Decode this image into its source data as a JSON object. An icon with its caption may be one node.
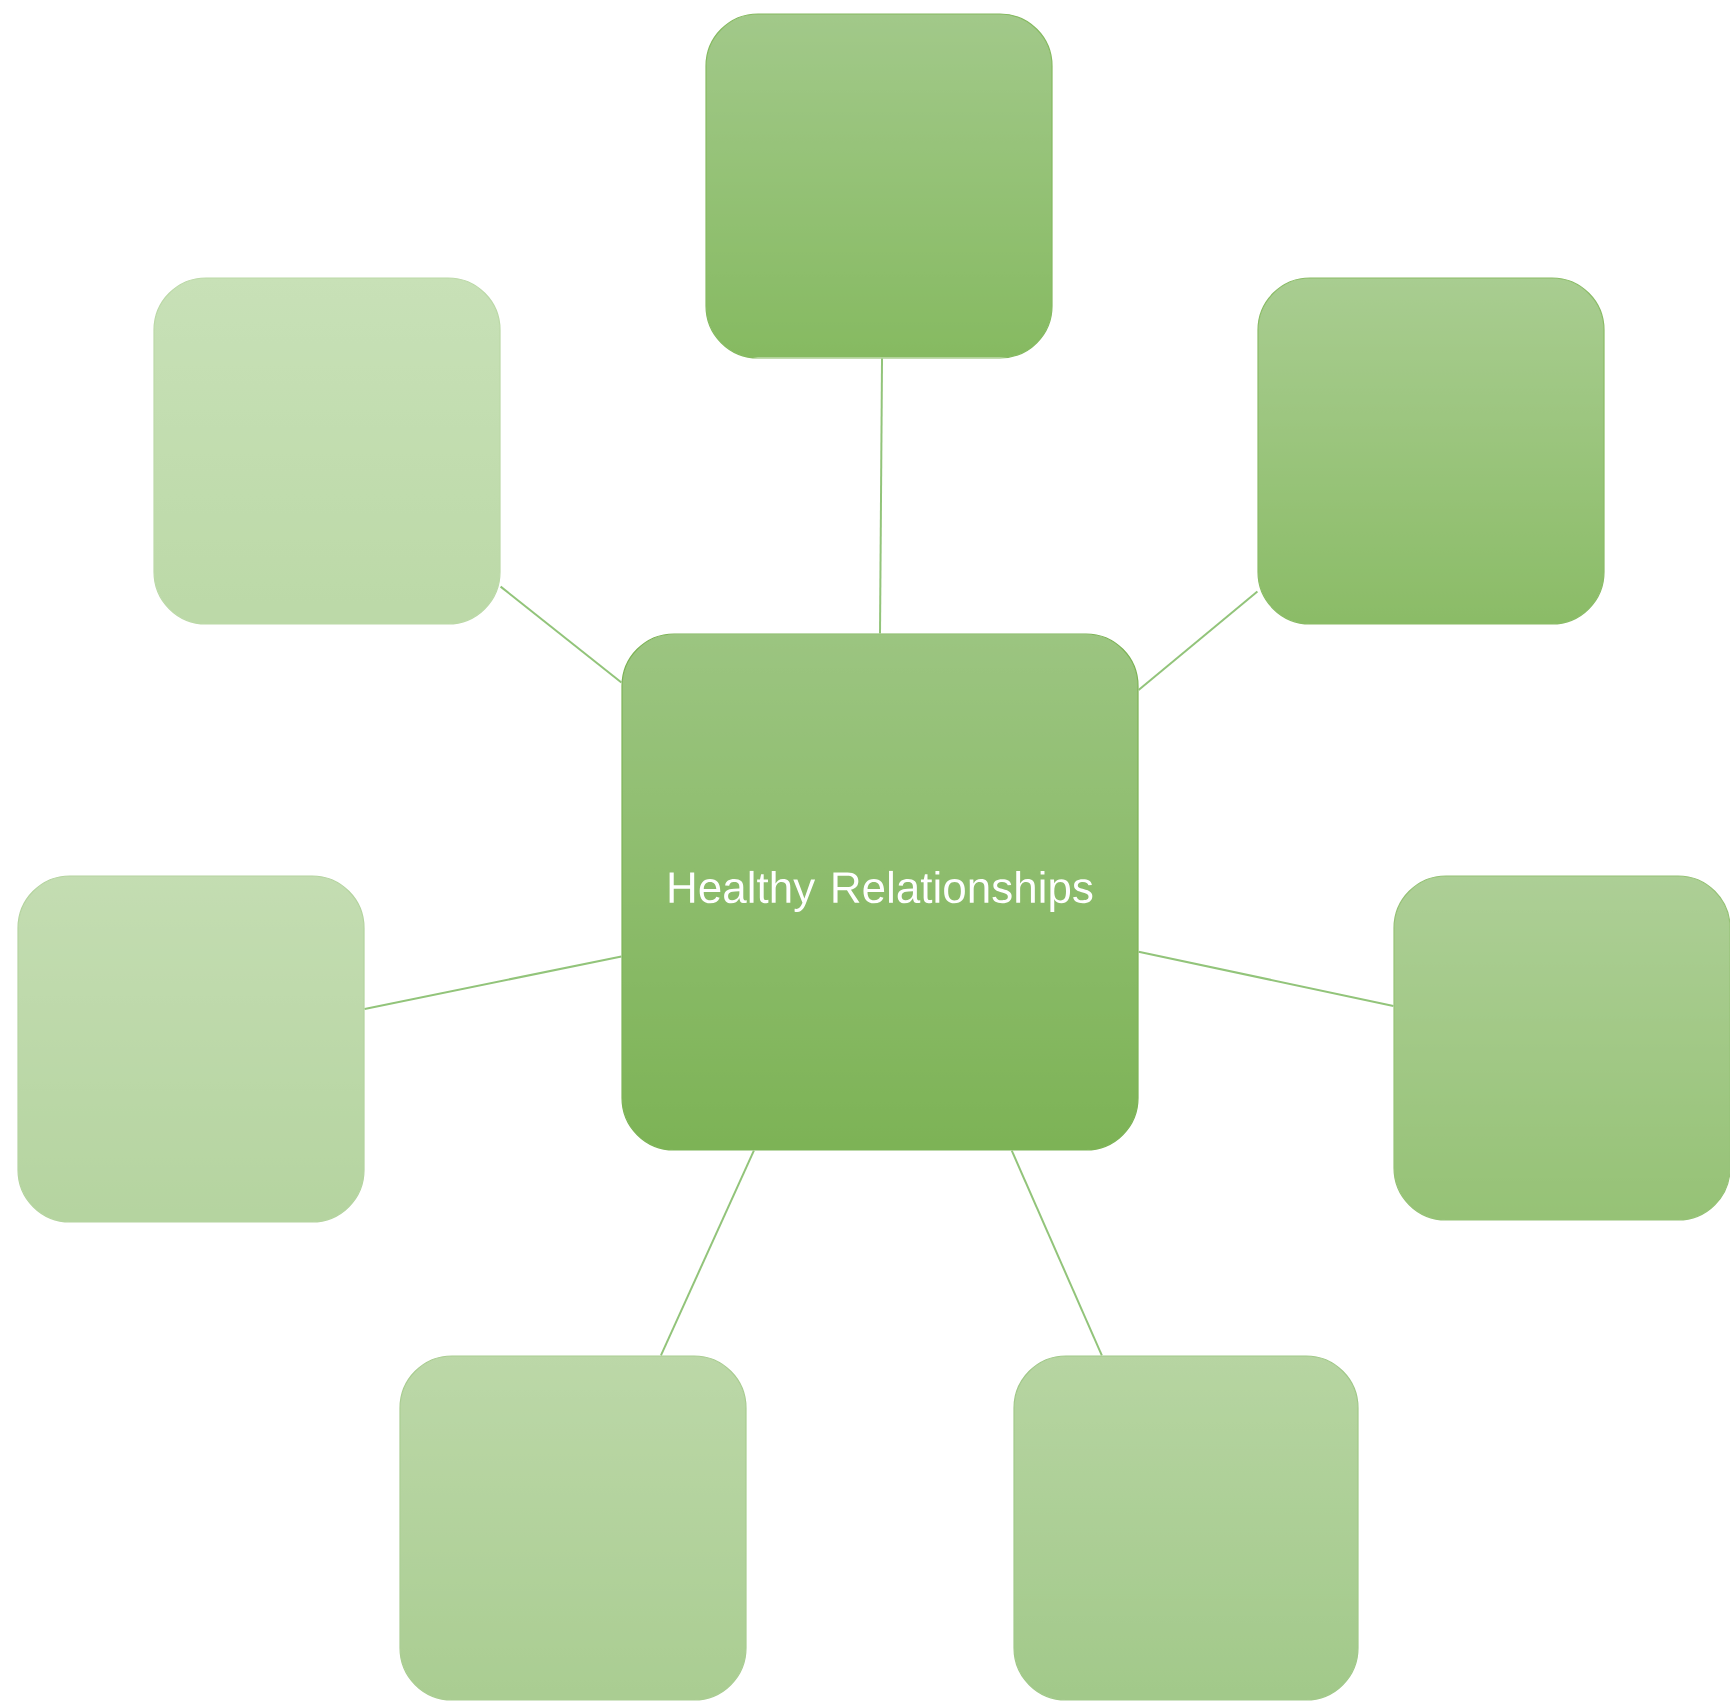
{
  "diagram": {
    "nodes": [
      {
        "text": [
          "Healthy Relationships"
        ]
      },
      {
        "text": [],
        "shape": "box"
      },
      {
        "text": [],
        "shape": "box"
      },
      {
        "text": [],
        "shape": "box"
      },
      {
        "text": [],
        "shape": "box"
      },
      {
        "text": [],
        "shape": "box"
      },
      {
        "text": [],
        "shape": "box"
      },
      {
        "text": [],
        "shape": "box"
      }
    ],
    "edges": [
      {
        "from": 0,
        "to": 1,
        "arrow": "none"
      },
      {
        "from": 0,
        "to": 2,
        "arrow": "none"
      },
      {
        "from": 0,
        "to": 3,
        "arrow": "none"
      },
      {
        "from": 0,
        "to": 4,
        "arrow": "none"
      },
      {
        "from": 0,
        "to": 5,
        "arrow": "none"
      },
      {
        "from": 0,
        "to": 6,
        "arrow": "none"
      },
      {
        "from": 0,
        "to": 7,
        "arrow": "none"
      }
    ]
  }
}
